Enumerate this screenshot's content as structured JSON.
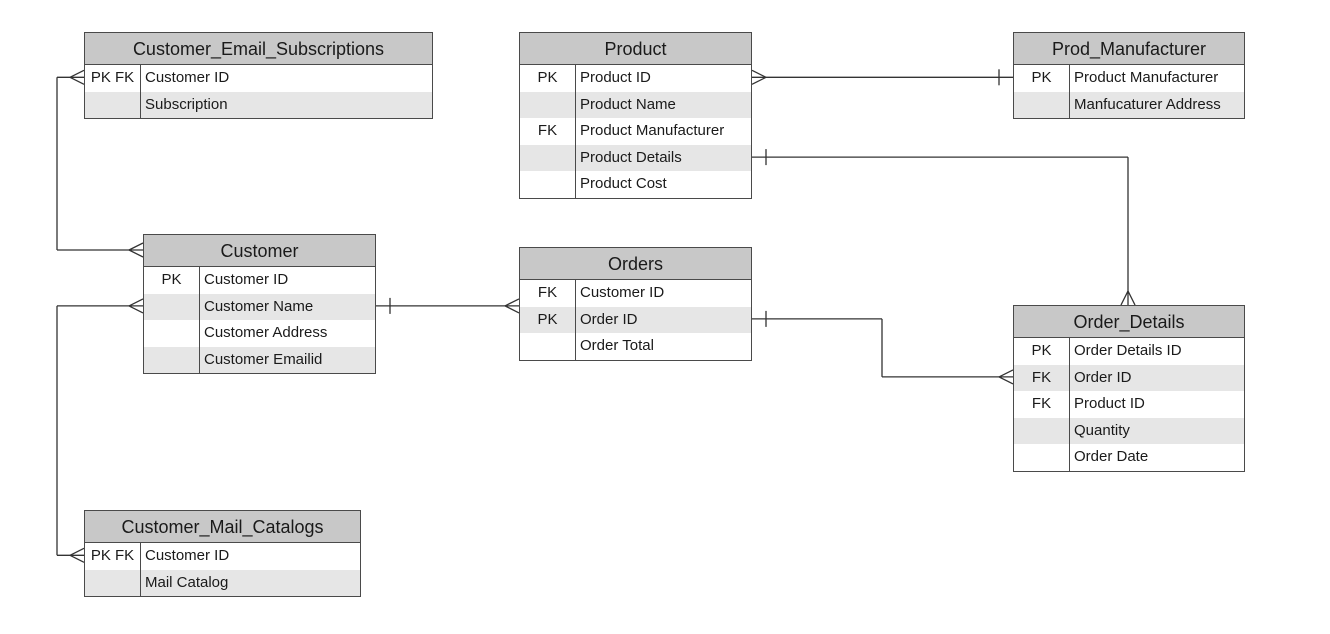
{
  "entities": {
    "customer_email_subscriptions": {
      "title": "Customer_Email_Subscriptions",
      "rows": [
        {
          "key": "PK FK",
          "name": "Customer ID"
        },
        {
          "key": "",
          "name": "Subscription"
        }
      ]
    },
    "product": {
      "title": "Product",
      "rows": [
        {
          "key": "PK",
          "name": "Product ID"
        },
        {
          "key": "",
          "name": "Product Name"
        },
        {
          "key": "FK",
          "name": "Product Manufacturer"
        },
        {
          "key": "",
          "name": "Product Details"
        },
        {
          "key": "",
          "name": "Product Cost"
        }
      ]
    },
    "prod_manufacturer": {
      "title": "Prod_Manufacturer",
      "rows": [
        {
          "key": "PK",
          "name": "Product Manufacturer"
        },
        {
          "key": "",
          "name": "Manfucaturer Address"
        }
      ]
    },
    "customer": {
      "title": "Customer",
      "rows": [
        {
          "key": "PK",
          "name": "Customer ID"
        },
        {
          "key": "",
          "name": "Customer Name"
        },
        {
          "key": "",
          "name": "Customer Address"
        },
        {
          "key": "",
          "name": "Customer Emailid"
        }
      ]
    },
    "orders": {
      "title": "Orders",
      "rows": [
        {
          "key": "FK",
          "name": "Customer ID"
        },
        {
          "key": "PK",
          "name": "Order ID"
        },
        {
          "key": "",
          "name": "Order Total"
        }
      ]
    },
    "order_details": {
      "title": "Order_Details",
      "rows": [
        {
          "key": "PK",
          "name": "Order Details ID"
        },
        {
          "key": "FK",
          "name": "Order ID"
        },
        {
          "key": "FK",
          "name": "Product ID"
        },
        {
          "key": "",
          "name": "Quantity"
        },
        {
          "key": "",
          "name": "Order Date"
        }
      ]
    },
    "customer_mail_catalogs": {
      "title": "Customer_Mail_Catalogs",
      "rows": [
        {
          "key": "PK FK",
          "name": "Customer ID"
        },
        {
          "key": "",
          "name": "Mail Catalog"
        }
      ]
    }
  },
  "relationships": [
    {
      "from": "customer",
      "to": "customer_email_subscriptions",
      "from_end": "many",
      "to_end": "many"
    },
    {
      "from": "customer",
      "to": "customer_mail_catalogs",
      "from_end": "many",
      "to_end": "many"
    },
    {
      "from": "customer",
      "to": "orders",
      "from_end": "one",
      "to_end": "many"
    },
    {
      "from": "product",
      "to": "prod_manufacturer",
      "from_end": "many",
      "to_end": "one"
    },
    {
      "from": "product",
      "to": "order_details",
      "from_end": "one",
      "to_end": "many"
    },
    {
      "from": "orders",
      "to": "order_details",
      "from_end": "one",
      "to_end": "many"
    }
  ]
}
